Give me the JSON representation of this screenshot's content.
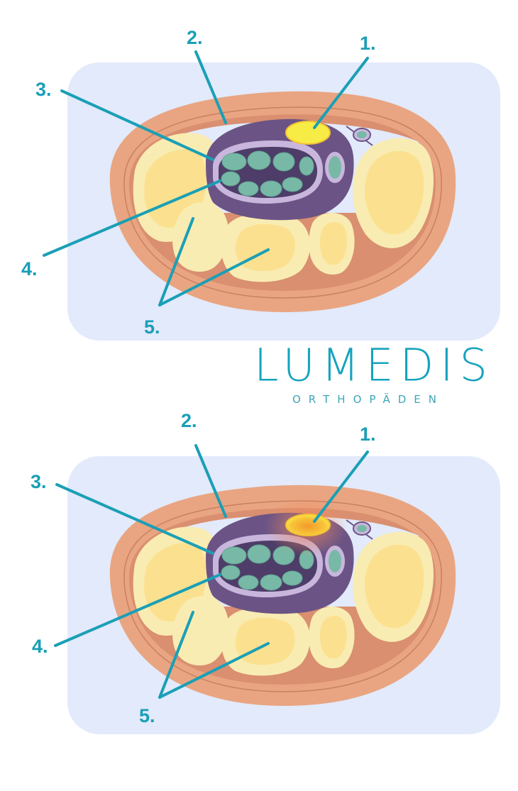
{
  "brand": {
    "name": "LUMEDIS",
    "subtitle": "ORTHOPÄDEN"
  },
  "colors": {
    "background_panel": "#e2eafb",
    "skin": "#e9a581",
    "skin_inner": "#f4c9ae",
    "bone": "#f9ecb2",
    "bone_inner": "#fbe08f",
    "tunnel": "#6b5485",
    "tendon": "#77b9a6",
    "nerve": "#f7ec45",
    "inflammation": "#f39a2b",
    "label": "#1a9fb6"
  },
  "panels": [
    {
      "id": "top",
      "inflamed": false,
      "labels": [
        "1.",
        "2.",
        "3.",
        "4.",
        "5."
      ]
    },
    {
      "id": "bottom",
      "inflamed": true,
      "labels": [
        "1.",
        "2.",
        "3.",
        "4.",
        "5."
      ]
    }
  ]
}
